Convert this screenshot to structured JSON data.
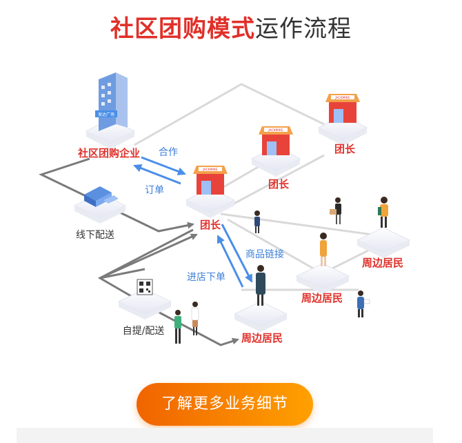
{
  "title": {
    "highlight": "社区团购模式",
    "rest": "运作流程"
  },
  "nodes": {
    "enterprise": "社区团购企业",
    "offline_delivery": "线下配送",
    "leader_center": "团长",
    "leader_mid": "团长",
    "leader_top": "团长",
    "pickup_delivery": "自提/配送",
    "residents_bottom": "周边居民",
    "residents_mid": "周边居民",
    "residents_right": "周边居民"
  },
  "edges": {
    "cooperation": "合作",
    "order": "订单",
    "product_link": "商品链接",
    "store_order": "进店下单"
  },
  "store_sign": "JACKMIKE",
  "building_sign": "发达广场",
  "cta_label": "了解更多业务细节",
  "colors": {
    "accent_red": "#e0302a",
    "accent_blue": "#4a8ee8",
    "cta_from": "#f06400",
    "cta_to": "#ffa000"
  }
}
